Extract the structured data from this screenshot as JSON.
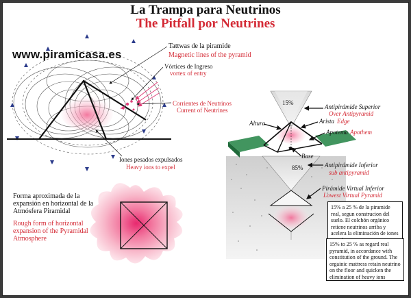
{
  "header": {
    "title_es": "La Trampa para Neutrinos",
    "title_en": "The Pitfall por Neutrines",
    "website": "www.piramicasa.es"
  },
  "left_diagram": {
    "tattwas_es": "Tattwas de la piramide",
    "tattwas_en": "Magnetic lines of the pyramid",
    "vortices_es": "Vórtices de Ingreso",
    "vortices_en": "vortex of entry",
    "currents_es": "Corrientes de Neutrinos",
    "currents_en": "Current of Neutrines",
    "ions_es": "Iones pesados expulsados",
    "ions_en": "Heavy ions to expel"
  },
  "bottom_left": {
    "caption_es": "Forma aproximada de la expansión en horizontal de la Atmósfera Piramidal",
    "caption_en": "Rough form of horizontal expansion of the Pyramidal Atmosphere"
  },
  "right_diagram": {
    "pct_top": "15%",
    "pct_mid": "85%",
    "superior_es": "Antipirámide Superior",
    "superior_en": "Over Antipyramid",
    "arista_es": "Arista",
    "arista_en": "Edge",
    "altura": "Altura",
    "apotema_es": "Apotema",
    "apotema_en": "Apothem",
    "base": "Base",
    "inferior_es": "Antipirámide Inferior",
    "inferior_en": "sub antipyramid",
    "virtual_es": "Pirámide Virtual Inferior",
    "virtual_en": "Lowest Virtual Pyramid",
    "box_es": "15% a 25 % de la piramide real, segun construcion del suelo. El colchón orgánico retiene neutrinos arriba y acelera la eliminación de iones pesados",
    "box_en": "15% to 25 % as regard real pyramid, in accordance with constitution of the ground. The orgainic mattress retain neutrino on the floor and quicken the elimination of heavy ions"
  },
  "colors": {
    "title_red": "#d42a35",
    "pink": "#f06a94",
    "green": "#2d8a4e"
  }
}
